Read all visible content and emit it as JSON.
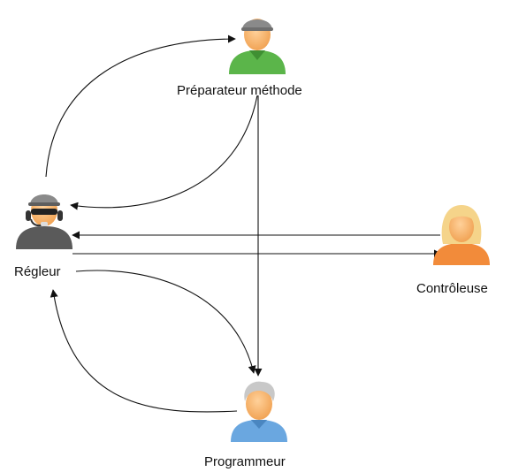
{
  "actors": {
    "preparateur": {
      "label": "Préparateur méthode",
      "icon": "worker-cap-icon",
      "shirt_color": "#5bb54a",
      "cap_color": "#8a8a8a"
    },
    "regleur": {
      "label": "Régleur",
      "icon": "operator-headset-icon",
      "shirt_color": "#5a5a5a",
      "cap_color": "#8a8a8a"
    },
    "controleuse": {
      "label": "Contrôleuse",
      "icon": "woman-blonde-icon",
      "shirt_color": "#f28b3a",
      "hair_color": "#f5d48a"
    },
    "programmeur": {
      "label": "Programmeur",
      "icon": "man-grey-hair-icon",
      "shirt_color": "#6aa7e0",
      "hair_color": "#c8c8c8"
    }
  },
  "colors": {
    "skin": "#f7b36b",
    "skin_shadow": "#e8954a",
    "edge": "#111111"
  }
}
